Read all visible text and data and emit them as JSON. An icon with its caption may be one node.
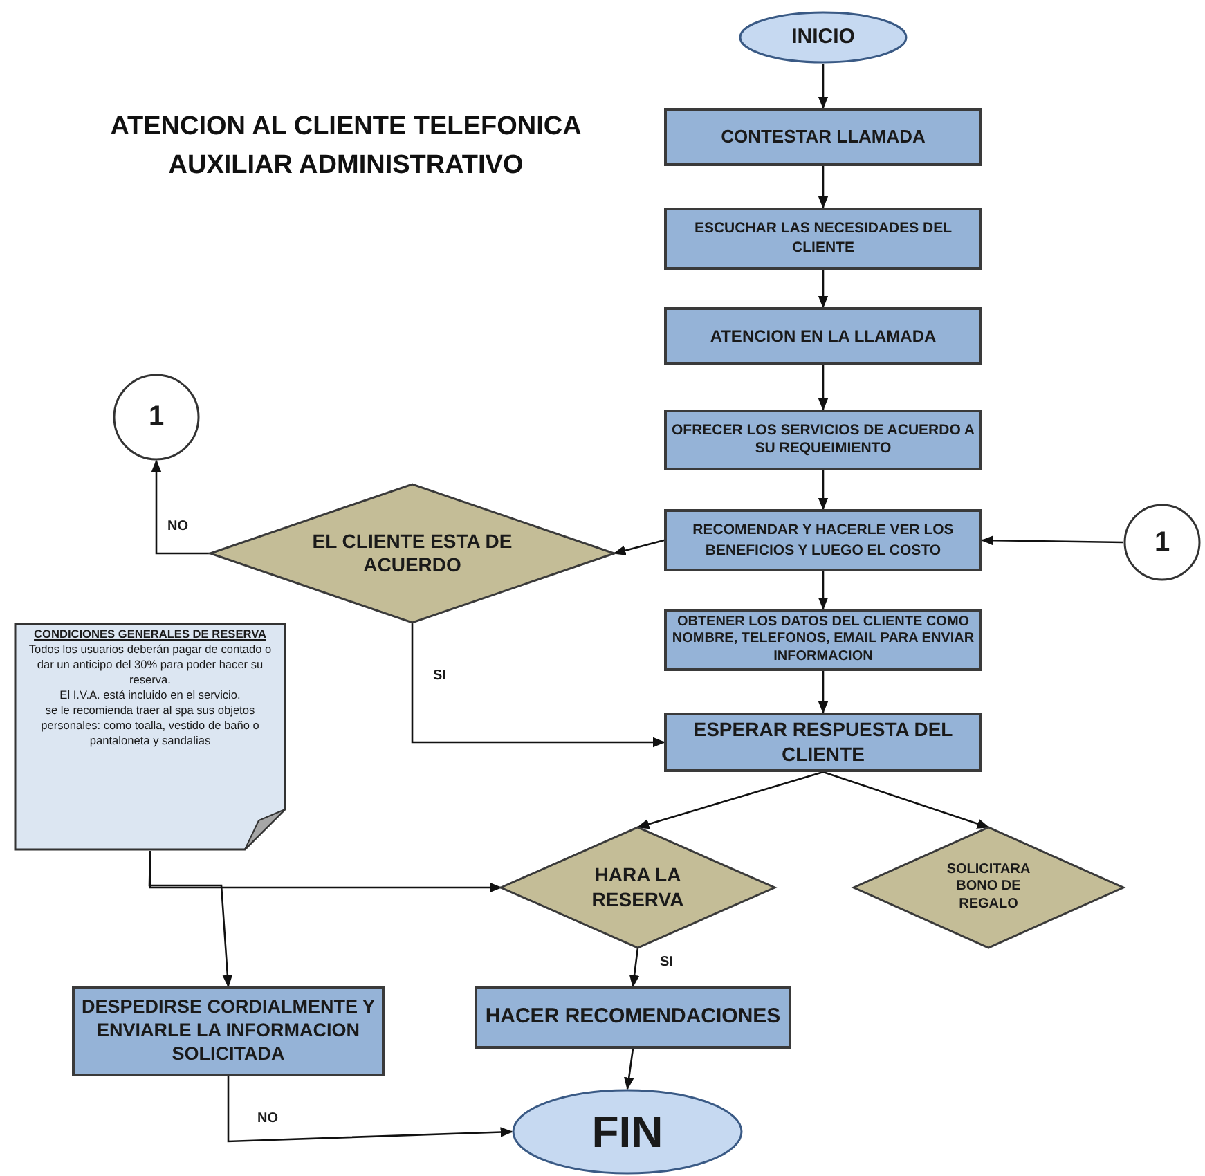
{
  "diagram": {
    "title": "ATENCION AL CLIENTE TELEFONICA AUXILIAR ADMINISTRATIVO",
    "nodes": [
      {
        "text": [
          "INICIO"
        ]
      },
      {
        "text": [
          "CONTESTAR LLAMADA"
        ]
      },
      {
        "text": [
          "ESCUCHAR LAS NECESIDADES DEL CLIENTE"
        ]
      },
      {
        "text": [
          "ATENCION EN LA LLAMADA"
        ]
      },
      {
        "text": [
          "OFRECER LOS SERVICIOS DE ACUERDO A SU REQUEIMIENTO"
        ]
      },
      {
        "text": [
          "RECOMENDAR Y HACERLE VER LOS BENEFICIOS Y LUEGO EL COSTO"
        ]
      },
      {
        "text": [
          "1"
        ]
      },
      {
        "text": [
          "EL CLIENTE  ESTA DE ACUERDO"
        ]
      },
      {
        "text": [
          "1"
        ]
      },
      {
        "text": [
          "OBTENER LOS DATOS DEL CLIENTE COMO NOMBRE, TELEFONOS, EMAIL PARA ENVIAR  INFORMACION"
        ]
      },
      {
        "text": [
          "CONDICIONES GENERALES DE RESERVA",
          "Todos los usuarios deberán pagar de contado o dar un anticipo del 30% para poder hacer su reserva.",
          "El I.V.A. está incluido en el servicio.",
          "se le recomienda traer al spa sus objetos personales: como toalla, vestido de baño o pantaloneta y sandalias"
        ]
      },
      {
        "text": [
          "ESPERAR RESPUESTA DEL CLIENTE"
        ]
      },
      {
        "text": [
          "HARA LA RESERVA"
        ]
      },
      {
        "text": [
          "SOLICITARA BONO DE REGALO"
        ]
      },
      {
        "text": [
          "DESPEDIRSE CORDIALMENTE Y ENVIARLE LA INFORMACION SOLICITADA"
        ]
      },
      {
        "text": [
          "HACER RECOMENDACIONES"
        ]
      },
      {
        "text": [
          "FIN"
        ]
      }
    ],
    "edges": [
      {
        "from": 0,
        "to": 1,
        "arrow": "to"
      },
      {
        "from": 1,
        "to": 2,
        "arrow": "to"
      },
      {
        "from": 2,
        "to": 3,
        "arrow": "to"
      },
      {
        "from": 3,
        "to": 4,
        "arrow": "to"
      },
      {
        "from": 4,
        "to": 5,
        "arrow": "to"
      },
      {
        "from": 5,
        "to": 7,
        "arrow": "to"
      },
      {
        "from": 7,
        "to": 6,
        "label": "NO",
        "arrow": "to"
      },
      {
        "from": 8,
        "to": 5,
        "arrow": "to"
      },
      {
        "from": 5,
        "to": 9,
        "arrow": "to"
      },
      {
        "from": 7,
        "to": 11,
        "label": "SI",
        "arrow": "to"
      },
      {
        "from": 9,
        "to": 11,
        "arrow": "to"
      },
      {
        "from": 11,
        "to": 12,
        "arrow": "to"
      },
      {
        "from": 11,
        "to": 13,
        "arrow": "to"
      },
      {
        "from": 10,
        "to": 12,
        "arrow": "to"
      },
      {
        "from": 10,
        "to": 14,
        "arrow": "to"
      },
      {
        "from": 12,
        "to": 15,
        "label": "SI",
        "arrow": "to"
      },
      {
        "from": 15,
        "to": 16,
        "arrow": "to"
      },
      {
        "from": 14,
        "to": 16,
        "label": "NO",
        "arrow": "to"
      }
    ]
  }
}
